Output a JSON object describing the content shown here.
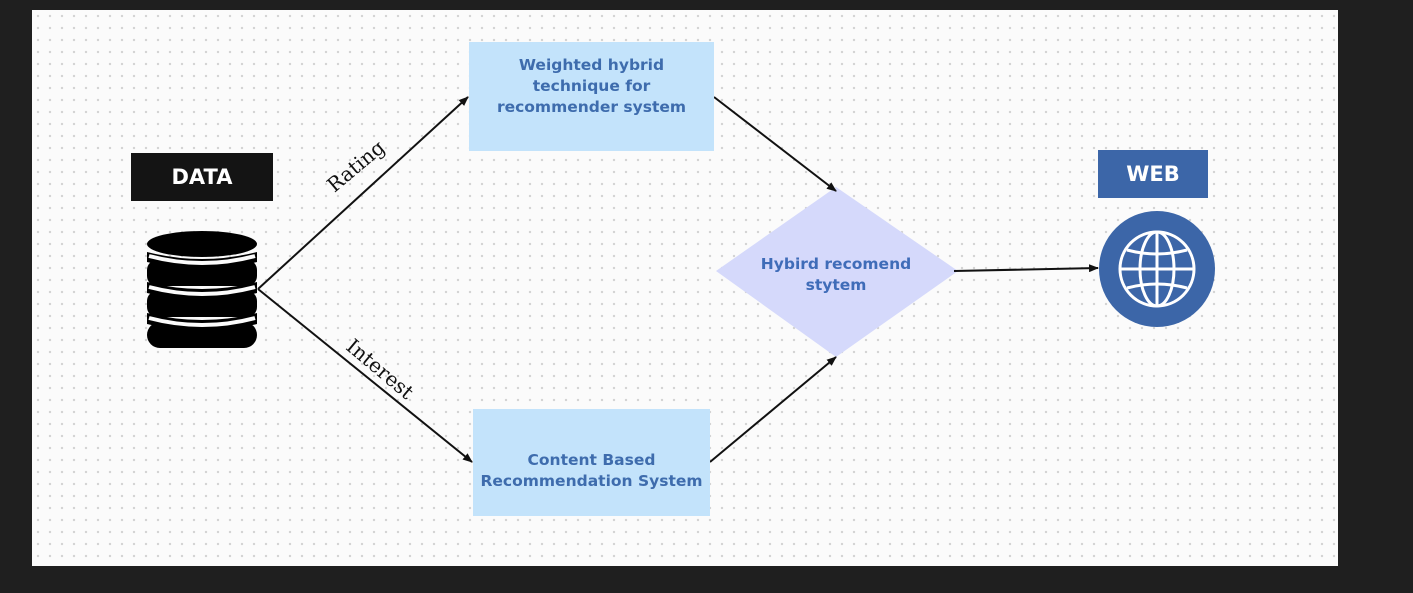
{
  "nodes": {
    "data_label": "DATA",
    "weighted_box": "Weighted hybrid technique for recommender system",
    "content_box": "Content Based Recommendation System",
    "hybrid_diamond": "Hybird recomend stytem",
    "web_label": "WEB"
  },
  "edges": {
    "rating_label": "Rating",
    "interest_label": "Interest"
  },
  "icons": {
    "data": "database-icon",
    "web": "globe-icon"
  },
  "colors": {
    "process_box_fill": "#c3e3fb",
    "process_box_text": "#3e6cad",
    "diamond_fill": "#d5d9fb",
    "diamond_text": "#3f6cb8",
    "data_label_fill": "#141414",
    "web_fill": "#3c66a8"
  }
}
